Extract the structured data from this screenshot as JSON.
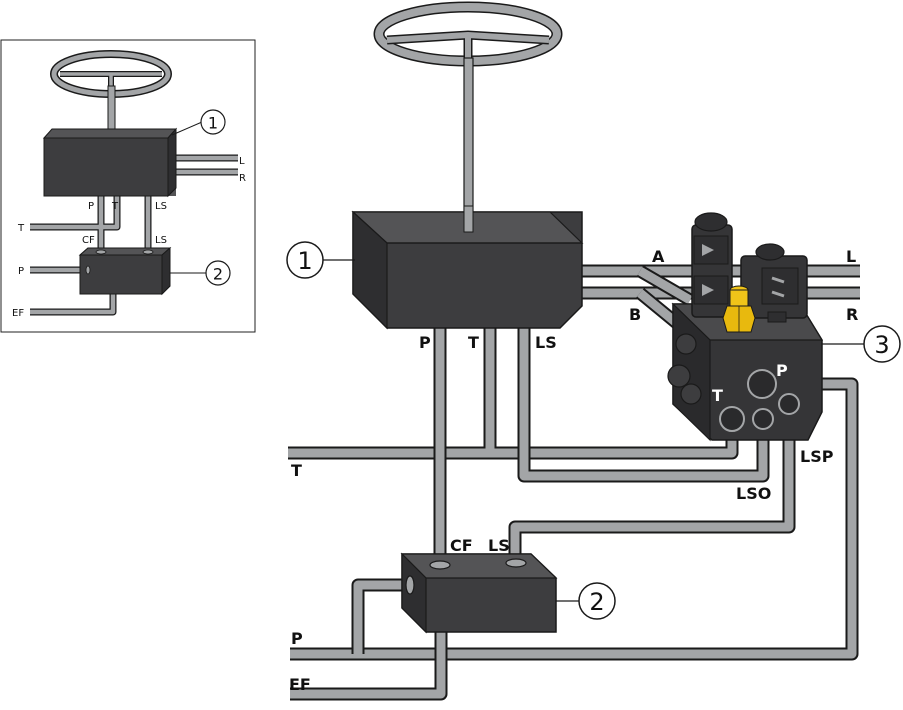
{
  "inset": {
    "callouts": [
      "1",
      "2"
    ],
    "labels": {
      "L": "L",
      "R": "R",
      "P": "P",
      "T": "T",
      "LS": "LS",
      "T_line": "T",
      "CF": "CF",
      "LS2": "LS",
      "P_line": "P",
      "EF": "EF"
    }
  },
  "main": {
    "callouts": [
      "1",
      "2",
      "3"
    ],
    "labels": {
      "A": "A",
      "B": "B",
      "L": "L",
      "R": "R",
      "P": "P",
      "T": "T",
      "LS": "LS",
      "T_line": "T",
      "CF": "CF",
      "LS2": "LS",
      "P_line": "P",
      "EF": "EF",
      "valve_P": "P",
      "valve_T": "T",
      "LSO": "LSO",
      "LSP": "LSP"
    }
  },
  "colors": {
    "box": "#3d3d3f",
    "box_top": "#545456",
    "box_side": "#2e2e30",
    "pipe": "#a3a5a7",
    "outline": "#1a1a1a",
    "valve": "#353537",
    "fitting": "#f0c419"
  }
}
